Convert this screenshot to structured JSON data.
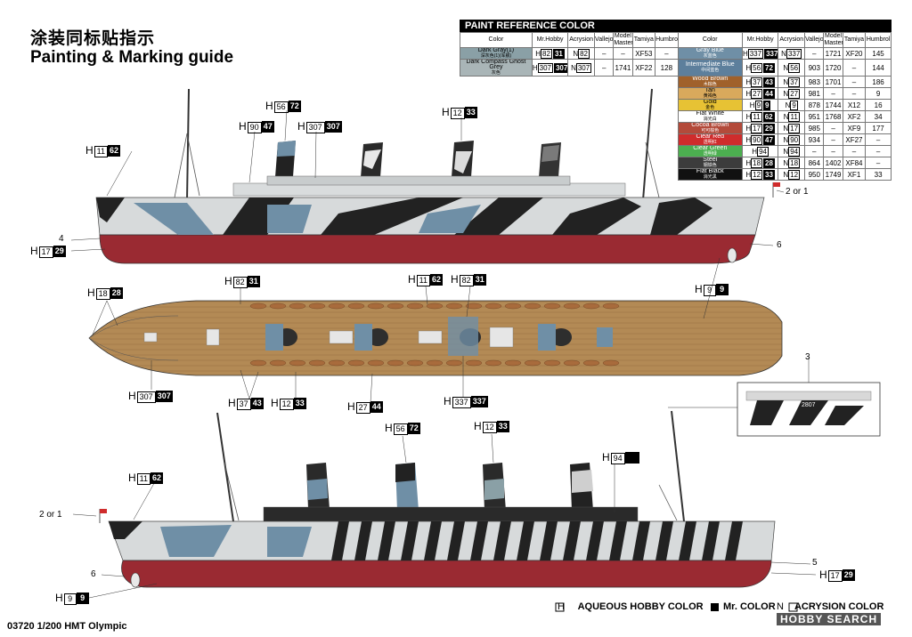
{
  "title_cn": "涂装同标贴指示",
  "title_en": "Painting & Marking guide",
  "paint_table": {
    "header": "PAINT  REFERENCE COLOR",
    "columns": [
      "Color",
      "Mr.Hobby",
      "Acrysion",
      "Vallejo",
      "Model Master",
      "Tamiya",
      "Humbrol"
    ],
    "left_rows": [
      {
        "name": "Dark Gray(1)",
        "name_cn": "深灰色(1)(军舰)",
        "color": "#8aa0a6",
        "h": "82",
        "hk": "31",
        "n": "82",
        "vallejo": "–",
        "mm": "–",
        "tamiya": "XF53",
        "humbrol": "–"
      },
      {
        "name": "Dark Compass Ghost Grey",
        "name_cn": "灰色",
        "color": "#a9b5b7",
        "h": "307",
        "hk": "307",
        "n": "307",
        "vallejo": "–",
        "mm": "1741",
        "tamiya": "XF22",
        "humbrol": "128"
      }
    ],
    "right_rows": [
      {
        "name": "Gray Blue",
        "name_cn": "灰蓝色",
        "color": "#6f8fa6",
        "h": "337",
        "hk": "337",
        "n": "337",
        "vallejo": "–",
        "mm": "1721",
        "tamiya": "XF20",
        "humbrol": "145"
      },
      {
        "name": "Intermediate Blue",
        "name_cn": "中间蓝色",
        "color": "#5d7f9c",
        "h": "56",
        "hk": "72",
        "n": "56",
        "vallejo": "903",
        "mm": "1720",
        "tamiya": "–",
        "humbrol": "144"
      },
      {
        "name": "Wood Brown",
        "name_cn": "木棕色",
        "color": "#a0612b",
        "h": "37",
        "hk": "43",
        "n": "37",
        "vallejo": "983",
        "mm": "1701",
        "tamiya": "–",
        "humbrol": "186"
      },
      {
        "name": "Tan",
        "name_cn": "黄褐色",
        "color": "#d9a95c",
        "h": "27",
        "hk": "44",
        "n": "27",
        "vallejo": "981",
        "mm": "–",
        "tamiya": "–",
        "humbrol": "9"
      },
      {
        "name": "Gold",
        "name_cn": "金色",
        "color": "#e7c234",
        "h": "9",
        "hk": "9",
        "n": "9",
        "vallejo": "878",
        "mm": "1744",
        "tamiya": "X12",
        "humbrol": "16"
      },
      {
        "name": "Flat White",
        "name_cn": "消光白",
        "color": "#ffffff",
        "h": "11",
        "hk": "62",
        "n": "11",
        "vallejo": "951",
        "mm": "1768",
        "tamiya": "XF2",
        "humbrol": "34"
      },
      {
        "name": "Cocoa Brown",
        "name_cn": "可可棕色",
        "color": "#b34a3a",
        "h": "17",
        "hk": "29",
        "n": "17",
        "vallejo": "985",
        "mm": "–",
        "tamiya": "XF9",
        "humbrol": "177"
      },
      {
        "name": "Clear Red",
        "name_cn": "透明红",
        "color": "#cf2c2c",
        "h": "90",
        "hk": "47",
        "n": "90",
        "vallejo": "934",
        "mm": "–",
        "tamiya": "XF27",
        "humbrol": "–"
      },
      {
        "name": "Clear Green",
        "name_cn": "透明绿",
        "color": "#4caf50",
        "h": "94",
        "hk": "",
        "n": "94",
        "vallejo": "–",
        "mm": "–",
        "tamiya": "–",
        "humbrol": "–"
      },
      {
        "name": "Steel",
        "name_cn": "钢铁色",
        "color": "#3c3c3c",
        "h": "18",
        "hk": "28",
        "n": "18",
        "vallejo": "864",
        "mm": "1402",
        "tamiya": "XF84",
        "humbrol": "–"
      },
      {
        "name": "Flat Black",
        "name_cn": "消光黑",
        "color": "#111111",
        "h": "12",
        "hk": "33",
        "n": "12",
        "vallejo": "950",
        "mm": "1749",
        "tamiya": "XF1",
        "humbrol": "33"
      }
    ]
  },
  "callouts": {
    "c1": {
      "h": "H",
      "w": "56",
      "k": "72"
    },
    "c2": {
      "h": "H",
      "w": "90",
      "k": "47"
    },
    "c3": {
      "h": "H",
      "w": "307",
      "k": "307"
    },
    "c4": {
      "h": "H",
      "w": "12",
      "k": "33"
    },
    "c5": {
      "h": "H",
      "w": "11",
      "k": "62"
    },
    "c6": {
      "h": "H",
      "w": "17",
      "k": "29"
    },
    "c7": {
      "h": "H",
      "w": "18",
      "k": "28"
    },
    "c8": {
      "h": "H",
      "w": "82",
      "k": "31"
    },
    "c9": {
      "h": "H",
      "w": "11",
      "k": "62"
    },
    "c10": {
      "h": "H",
      "w": "82",
      "k": "31"
    },
    "c11": {
      "h": "H",
      "w": "9",
      "k": "9"
    },
    "c12": {
      "h": "H",
      "w": "307",
      "k": "307"
    },
    "c13": {
      "h": "H",
      "w": "37",
      "k": "43"
    },
    "c14": {
      "h": "H",
      "w": "12",
      "k": "33"
    },
    "c15": {
      "h": "H",
      "w": "27",
      "k": "44"
    },
    "c16": {
      "h": "H",
      "w": "337",
      "k": "337"
    },
    "c17": {
      "h": "H",
      "w": "56",
      "k": "72"
    },
    "c18": {
      "h": "H",
      "w": "12",
      "k": "33"
    },
    "c19": {
      "h": "H",
      "w": "94",
      "k": ""
    },
    "c20": {
      "h": "H",
      "w": "11",
      "k": "62"
    },
    "c21": {
      "h": "H",
      "w": "17",
      "k": "29"
    },
    "c22": {
      "h": "H",
      "w": "9",
      "k": "9"
    }
  },
  "numbers": {
    "n1": "2 or 1",
    "n2": "4",
    "n3": "6",
    "n4": "3",
    "n5": "2 or 1",
    "n6": "6",
    "n7": "5"
  },
  "decal_number": "2807",
  "legend": {
    "aqueous": "AQUEOUS HOBBY COLOR",
    "mr": "Mr. COLOR",
    "acrysion": "ACRYSION COLOR"
  },
  "footer": "03720 1/200 HMT Olympic",
  "watermark": "HOBBY SEARCH"
}
